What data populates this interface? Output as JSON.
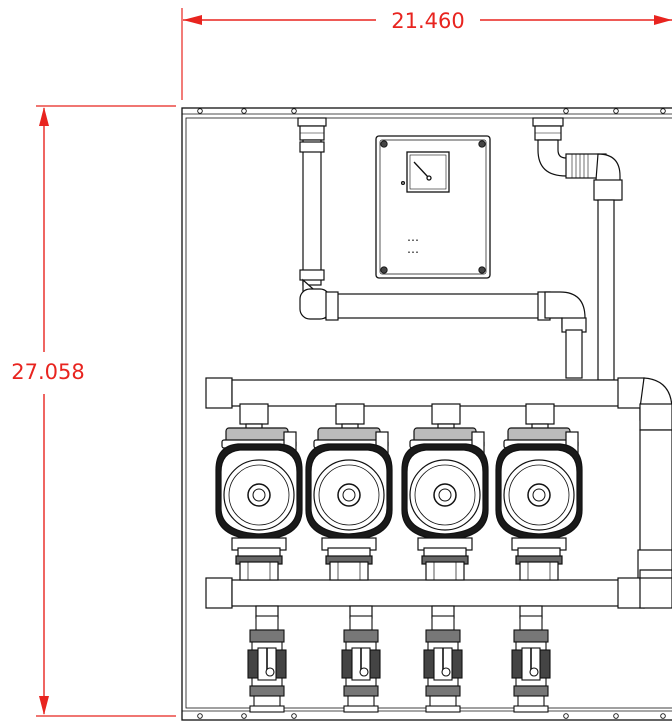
{
  "dimensions": {
    "width_label": "21.460",
    "height_label": "27.058",
    "color": "#e8241f"
  },
  "line_color": "#111111",
  "controller": {
    "dots_row1": "⋯",
    "dots_row2": "⋯"
  },
  "components": {
    "pumps": [
      {
        "name": "pump-1"
      },
      {
        "name": "pump-2"
      },
      {
        "name": "pump-3"
      },
      {
        "name": "pump-4"
      }
    ],
    "valves": [
      {
        "name": "valve-1"
      },
      {
        "name": "valve-2"
      },
      {
        "name": "valve-3"
      },
      {
        "name": "valve-4"
      }
    ]
  }
}
